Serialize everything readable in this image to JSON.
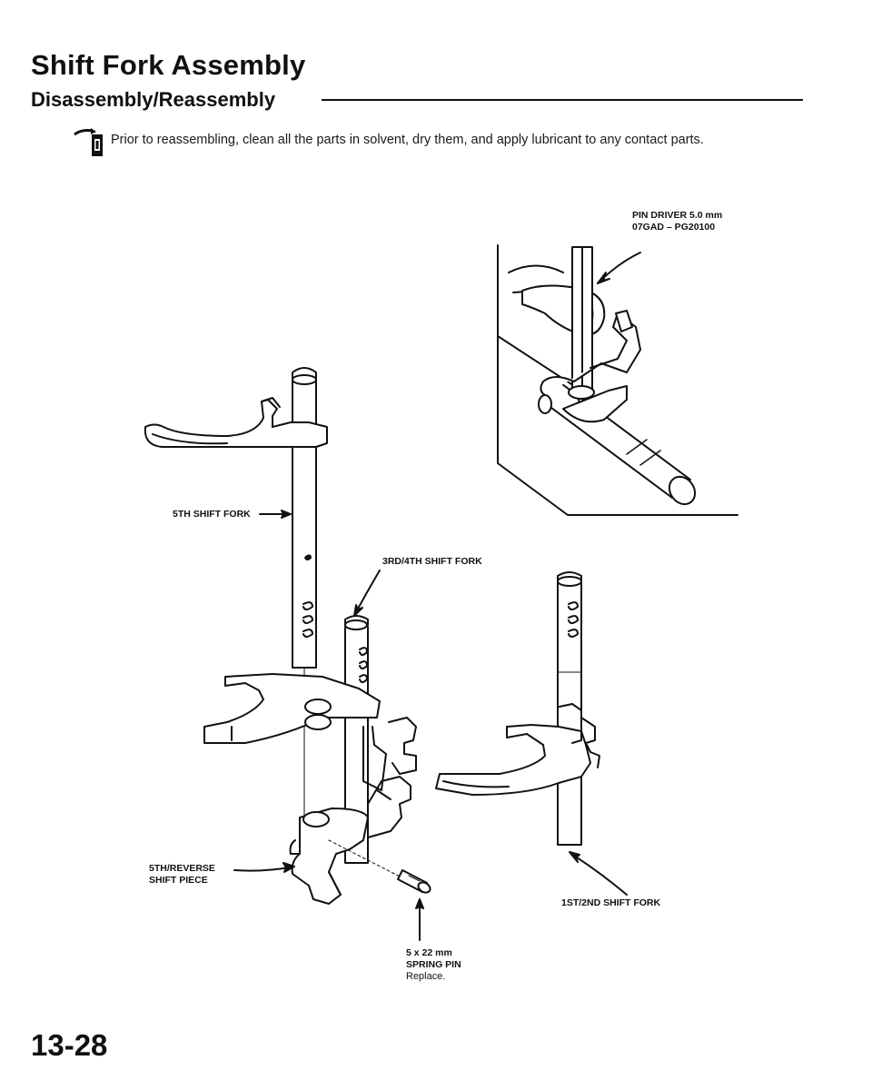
{
  "header": {
    "title": "Shift Fork Assembly",
    "subtitle": "Disassembly/Reassembly"
  },
  "note": {
    "icon": "lubricant-note-icon",
    "text": "Prior to reassembling, clean all the parts in solvent, dry them, and apply lubricant to any contact parts."
  },
  "labels": {
    "pin_driver_line1": "PIN DRIVER 5.0 mm",
    "pin_driver_line2": "07GAD – PG20100",
    "fifth_fork": "5TH SHIFT FORK",
    "third_fourth_fork": "3RD/4TH SHIFT FORK",
    "reverse_piece_line1": "5TH/REVERSE",
    "reverse_piece_line2": "SHIFT PIECE",
    "first_second_fork": "1ST/2ND SHIFT FORK",
    "spring_pin_line1": "5 x 22 mm",
    "spring_pin_line2": "SPRING PIN",
    "spring_pin_line3": "Replace."
  },
  "footer": {
    "page_number": "13-28"
  }
}
